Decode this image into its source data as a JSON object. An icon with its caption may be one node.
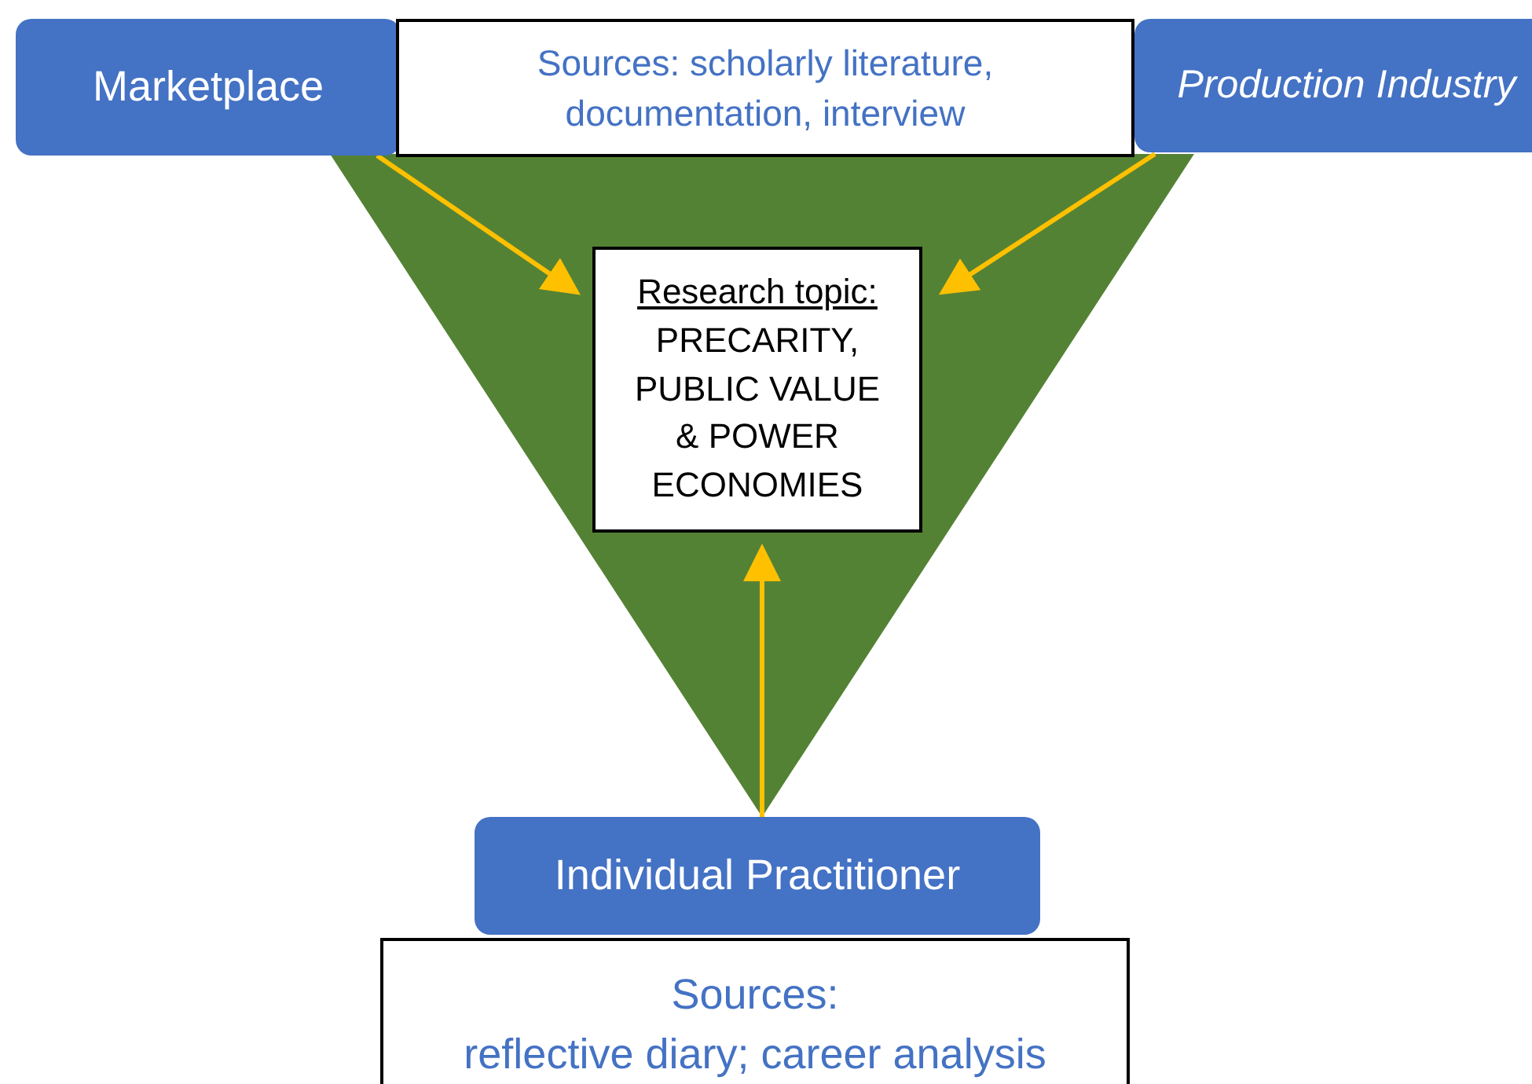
{
  "diagram": {
    "nodes": [
      {
        "text": [
          "Marketplace"
        ]
      },
      {
        "text": [
          "Sources: scholarly literature, documentation, interview"
        ]
      },
      {
        "text": [
          "Production Industry"
        ]
      },
      {
        "text": [
          "Research topic:",
          "PRECARITY, PUBLIC VALUE & POWER ECONOMIES"
        ]
      },
      {
        "text": [
          "Individual Practitioner"
        ]
      },
      {
        "text": [
          "Sources:",
          "reflective diary; career analysis"
        ]
      }
    ],
    "edges": [
      {
        "from": 0,
        "to": 3,
        "arrow": "to"
      },
      {
        "from": 2,
        "to": 3,
        "arrow": "to"
      },
      {
        "from": 4,
        "to": 3,
        "arrow": "to"
      }
    ]
  }
}
